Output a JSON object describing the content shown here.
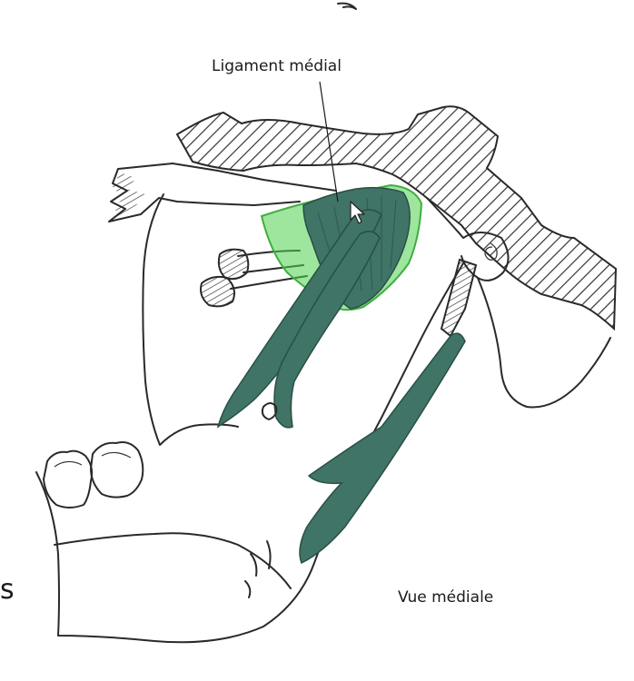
{
  "labels": {
    "ligament_medial": "Ligament médial",
    "vue_mediale": "Vue médiale",
    "cut_letter": "s"
  },
  "colors": {
    "ligament_fill": "#3f7466",
    "ligament_highlight": "#4fd24f",
    "ink": "#2a2a2a",
    "hatch": "#333333",
    "background": "#ffffff"
  },
  "icons": {
    "cursor": "mouse-pointer-icon"
  }
}
